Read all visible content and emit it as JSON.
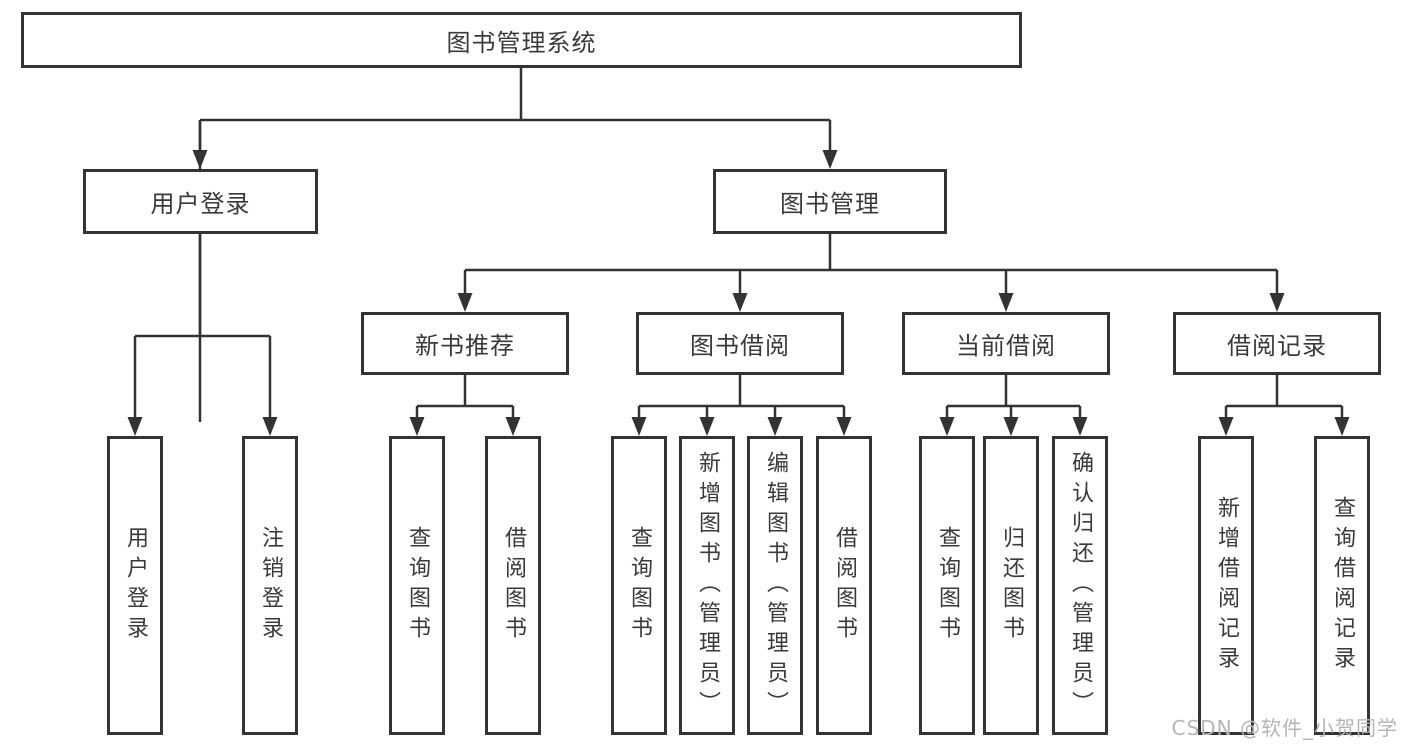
{
  "diagram": {
    "root": {
      "label": "图书管理系统"
    },
    "level2": [
      {
        "label": "用户登录"
      },
      {
        "label": "图书管理"
      }
    ],
    "level3": [
      {
        "label": "新书推荐",
        "parent": "图书管理"
      },
      {
        "label": "图书借阅",
        "parent": "图书管理"
      },
      {
        "label": "当前借阅",
        "parent": "图书管理"
      },
      {
        "label": "借阅记录",
        "parent": "图书管理"
      }
    ],
    "leaves": [
      {
        "label": "用户登录",
        "parent": "用户登录"
      },
      {
        "label": "注销登录",
        "parent": "用户登录"
      },
      {
        "label": "查询图书",
        "parent": "新书推荐"
      },
      {
        "label": "借阅图书",
        "parent": "新书推荐"
      },
      {
        "label": "查询图书",
        "parent": "图书借阅"
      },
      {
        "label": "新增图书（管理员）",
        "parent": "图书借阅"
      },
      {
        "label": "编辑图书（管理员）",
        "parent": "图书借阅"
      },
      {
        "label": "借阅图书",
        "parent": "图书借阅"
      },
      {
        "label": "查询图书",
        "parent": "当前借阅"
      },
      {
        "label": "归还图书",
        "parent": "当前借阅"
      },
      {
        "label": "确认归还（管理员）",
        "parent": "当前借阅"
      },
      {
        "label": "新增借阅记录",
        "parent": "借阅记录"
      },
      {
        "label": "查询借阅记录",
        "parent": "借阅记录"
      }
    ],
    "colors": {
      "line": "#333333",
      "box_border": "#333333",
      "box_fill": "#ffffff",
      "text": "#3a3a3a",
      "watermark": "#b5b5b5",
      "background": "#ffffff"
    }
  },
  "watermark": {
    "text": "CSDN @软件_小贺同学"
  }
}
